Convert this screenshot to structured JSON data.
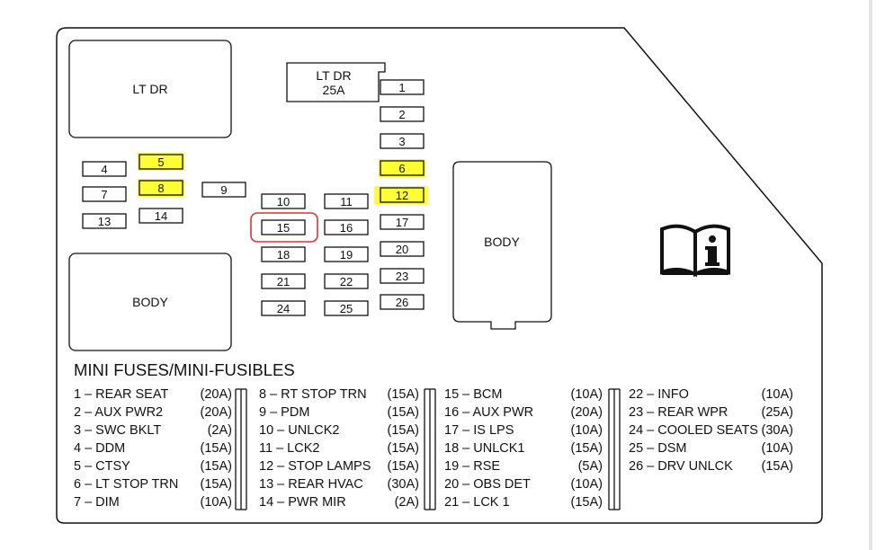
{
  "blocks": {
    "lt_dr_large": "LT DR",
    "body_left": "BODY",
    "body_right": "BODY",
    "lt_dr_25a_line1": "LT DR",
    "lt_dr_25a_line2": "25A"
  },
  "fuses": [
    "1",
    "2",
    "3",
    "4",
    "5",
    "6",
    "7",
    "8",
    "9",
    "10",
    "11",
    "12",
    "13",
    "14",
    "15",
    "16",
    "17",
    "18",
    "19",
    "20",
    "21",
    "22",
    "23",
    "24",
    "25",
    "26"
  ],
  "highlighted_fuses": [
    "5",
    "6",
    "8",
    "12"
  ],
  "circled_fuse": "15",
  "colors": {
    "highlight": "#ffff33",
    "circle": "#e0303a",
    "outline": "#111111"
  },
  "info_icon": "manual-info-icon",
  "legend": {
    "title": "MINI FUSES/MINI-FUSIBLES",
    "columns": [
      [
        {
          "name": "1 – REAR SEAT",
          "amp": "(20A)"
        },
        {
          "name": "2 – AUX PWR2",
          "amp": "(20A)"
        },
        {
          "name": "3 – SWC BKLT",
          "amp": "(2A)"
        },
        {
          "name": "4 – DDM",
          "amp": "(15A)"
        },
        {
          "name": "5 – CTSY",
          "amp": "(15A)"
        },
        {
          "name": "6 – LT STOP TRN",
          "amp": "(15A)"
        },
        {
          "name": "7 – DIM",
          "amp": "(10A)"
        }
      ],
      [
        {
          "name": "8 – RT STOP TRN",
          "amp": "(15A)"
        },
        {
          "name": "9 – PDM",
          "amp": "(15A)"
        },
        {
          "name": "10 – UNLCK2",
          "amp": "(15A)"
        },
        {
          "name": "11 – LCK2",
          "amp": "(15A)"
        },
        {
          "name": "12 – STOP LAMPS",
          "amp": "(15A)"
        },
        {
          "name": "13 – REAR HVAC",
          "amp": "(30A)"
        },
        {
          "name": "14 – PWR MIR",
          "amp": "(2A)"
        }
      ],
      [
        {
          "name": "15 – BCM",
          "amp": "(10A)"
        },
        {
          "name": "16 – AUX PWR",
          "amp": "(20A)"
        },
        {
          "name": "17 – IS LPS",
          "amp": "(10A)"
        },
        {
          "name": "18 – UNLCK1",
          "amp": "(15A)"
        },
        {
          "name": "19 – RSE",
          "amp": "(5A)"
        },
        {
          "name": "20 – OBS DET",
          "amp": "(10A)"
        },
        {
          "name": "21 – LCK 1",
          "amp": "(15A)"
        }
      ],
      [
        {
          "name": "22 – INFO",
          "amp": "(10A)"
        },
        {
          "name": "23 – REAR WPR",
          "amp": "(25A)"
        },
        {
          "name": "24 – COOLED SEATS",
          "amp": "(30A)"
        },
        {
          "name": "25 – DSM",
          "amp": "(10A)"
        },
        {
          "name": "26 – DRV UNLCK",
          "amp": "(15A)"
        }
      ]
    ]
  }
}
